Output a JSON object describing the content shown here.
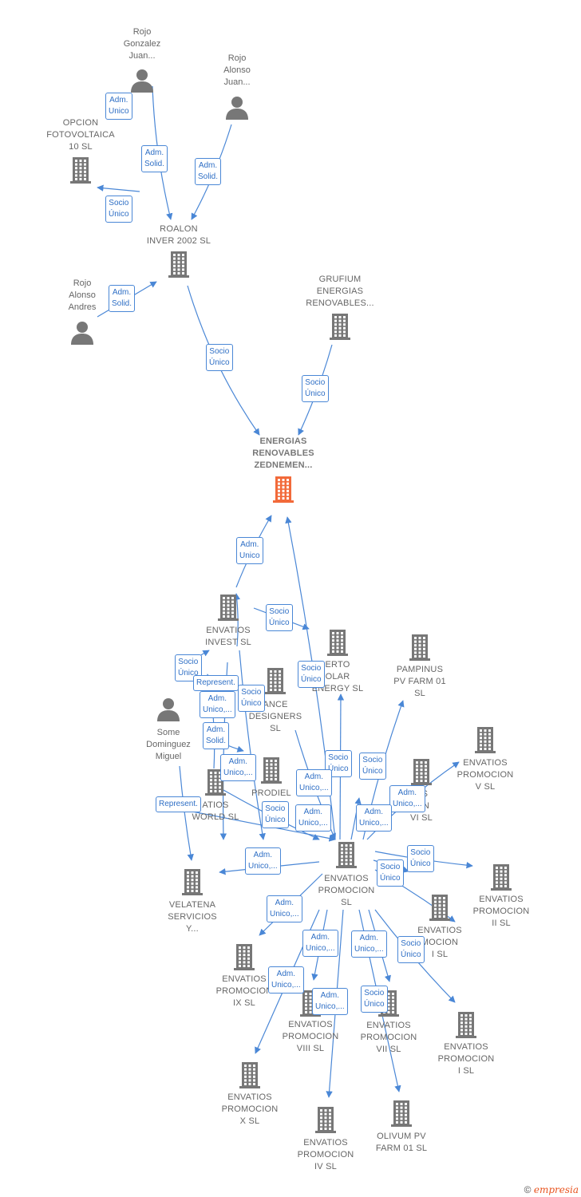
{
  "nodes": [
    {
      "id": "rojo_gonzalez",
      "kind": "person",
      "lines": [
        "Rojo",
        "Gonzalez",
        "Juan..."
      ]
    },
    {
      "id": "rojo_alonso_juan",
      "kind": "person",
      "lines": [
        "Rojo",
        "Alonso",
        "Juan..."
      ]
    },
    {
      "id": "opcion",
      "kind": "company",
      "lines": [
        "OPCION",
        "FOTOVOLTAICA",
        "10 SL"
      ]
    },
    {
      "id": "roalon",
      "kind": "company",
      "lines": [
        "ROALON",
        "INVER 2002 SL"
      ]
    },
    {
      "id": "rojo_alonso_andres",
      "kind": "person",
      "lines": [
        "Rojo",
        "Alonso",
        "Andres"
      ]
    },
    {
      "id": "grufium",
      "kind": "company",
      "lines": [
        "GRUFIUM",
        "ENERGIAS",
        "RENOVABLES..."
      ]
    },
    {
      "id": "main",
      "kind": "main",
      "lines": [
        "ENERGIAS",
        "RENOVABLES",
        "ZEDNEMEN..."
      ]
    },
    {
      "id": "invest",
      "kind": "company",
      "lines": [
        "ENVATIOS",
        "INVEST  SL"
      ]
    },
    {
      "id": "huerto",
      "kind": "company",
      "lines": [
        "ERTO",
        "OLAR",
        "ENERGY  SL"
      ]
    },
    {
      "id": "pampinus",
      "kind": "company",
      "lines": [
        "PAMPINUS",
        "PV FARM 01",
        "SL"
      ]
    },
    {
      "id": "advance",
      "kind": "company",
      "lines": [
        "ANCE",
        "DESIGNERS",
        "SL"
      ]
    },
    {
      "id": "some",
      "kind": "person",
      "lines": [
        "Some",
        "Dominguez",
        "Miguel"
      ]
    },
    {
      "id": "prom_v",
      "kind": "company",
      "lines": [
        "ENVATIOS",
        "PROMOCION",
        "V  SL"
      ]
    },
    {
      "id": "world",
      "kind": "company",
      "lines": [
        "ATIOS",
        "WORLD  SL"
      ]
    },
    {
      "id": "prodiel",
      "kind": "company",
      "lines": [
        "PRODIEL",
        "PRO"
      ]
    },
    {
      "id": "prom_vi",
      "kind": "company",
      "lines": [
        "OS",
        "ION",
        "VI  SL"
      ]
    },
    {
      "id": "promocion",
      "kind": "company",
      "lines": [
        "ENVATIOS",
        "PROMOCION",
        "SL"
      ]
    },
    {
      "id": "velatena",
      "kind": "company",
      "lines": [
        "VELATENA",
        "SERVICIOS",
        "Y..."
      ]
    },
    {
      "id": "prom_ii",
      "kind": "company",
      "lines": [
        "ENVATIOS",
        "PROMOCION",
        "II  SL"
      ]
    },
    {
      "id": "prom_iii",
      "kind": "company",
      "lines": [
        "ENVATIOS",
        "MOCION",
        "I  SL"
      ]
    },
    {
      "id": "prom_ix",
      "kind": "company",
      "lines": [
        "ENVATIOS",
        "PROMOCION",
        "IX  SL"
      ]
    },
    {
      "id": "prom_viii",
      "kind": "company",
      "lines": [
        "ENVATIOS",
        "PROMOCION",
        "VIII  SL"
      ]
    },
    {
      "id": "prom_vii",
      "kind": "company",
      "lines": [
        "ENVATIOS",
        "PROMOCION",
        "VII  SL"
      ]
    },
    {
      "id": "prom_i",
      "kind": "company",
      "lines": [
        "ENVATIOS",
        "PROMOCION",
        "I  SL"
      ]
    },
    {
      "id": "prom_x",
      "kind": "company",
      "lines": [
        "ENVATIOS",
        "PROMOCION",
        "X  SL"
      ]
    },
    {
      "id": "prom_iv",
      "kind": "company",
      "lines": [
        "ENVATIOS",
        "PROMOCION",
        "IV  SL"
      ]
    },
    {
      "id": "olivum",
      "kind": "company",
      "lines": [
        "OLIVUM PV",
        "FARM 01  SL"
      ]
    }
  ],
  "edge_labels": [
    {
      "lines": [
        "Adm.",
        "Unico"
      ]
    },
    {
      "lines": [
        "Adm.",
        "Solid."
      ]
    },
    {
      "lines": [
        "Adm.",
        "Solid."
      ]
    },
    {
      "lines": [
        "Socio",
        "Único"
      ]
    },
    {
      "lines": [
        "Adm.",
        "Solid."
      ]
    },
    {
      "lines": [
        "Socio",
        "Único"
      ]
    },
    {
      "lines": [
        "Socio",
        "Único"
      ]
    },
    {
      "lines": [
        "Adm.",
        "Unico"
      ]
    },
    {
      "lines": [
        "Socio",
        "Único"
      ]
    },
    {
      "lines": [
        "Socio",
        "Único"
      ]
    },
    {
      "lines": [
        "Socio",
        "Único"
      ]
    },
    {
      "lines": [
        "Represent."
      ]
    },
    {
      "lines": [
        "Socio",
        "Único"
      ]
    },
    {
      "lines": [
        "Adm.",
        "Unico,..."
      ]
    },
    {
      "lines": [
        "Adm.",
        "Solid."
      ]
    },
    {
      "lines": [
        "Adm.",
        "Unico,..."
      ]
    },
    {
      "lines": [
        "Socio",
        "Único"
      ]
    },
    {
      "lines": [
        "Socio",
        "Único"
      ]
    },
    {
      "lines": [
        "Adm.",
        "Unico,..."
      ]
    },
    {
      "lines": [
        "Adm.",
        "Unico,..."
      ]
    },
    {
      "lines": [
        "Represent."
      ]
    },
    {
      "lines": [
        "Socio",
        "Único"
      ]
    },
    {
      "lines": [
        "Adm.",
        "Unico,..."
      ]
    },
    {
      "lines": [
        "Adm.",
        "Unico,..."
      ]
    },
    {
      "lines": [
        "Adm.",
        "Unico,..."
      ]
    },
    {
      "lines": [
        "Socio",
        "Único"
      ]
    },
    {
      "lines": [
        "Socio",
        "Único"
      ]
    },
    {
      "lines": [
        "Adm.",
        "Unico,..."
      ]
    },
    {
      "lines": [
        "Adm.",
        "Unico,..."
      ]
    },
    {
      "lines": [
        "Adm.",
        "Unico,..."
      ]
    },
    {
      "lines": [
        "Socio",
        "Único"
      ]
    },
    {
      "lines": [
        "Adm.",
        "Unico,..."
      ]
    },
    {
      "lines": [
        "Adm.",
        "Unico,..."
      ]
    },
    {
      "lines": [
        "Socio",
        "Único"
      ]
    }
  ],
  "colors": {
    "edge": "#4a87d6",
    "node_icon": "#777777",
    "main_icon": "#f26a3a",
    "label_text": "#666666",
    "brand": "#e8541f"
  },
  "footer": {
    "copyright": "©",
    "brand_initial": "e",
    "brand_rest": "mpresia"
  }
}
